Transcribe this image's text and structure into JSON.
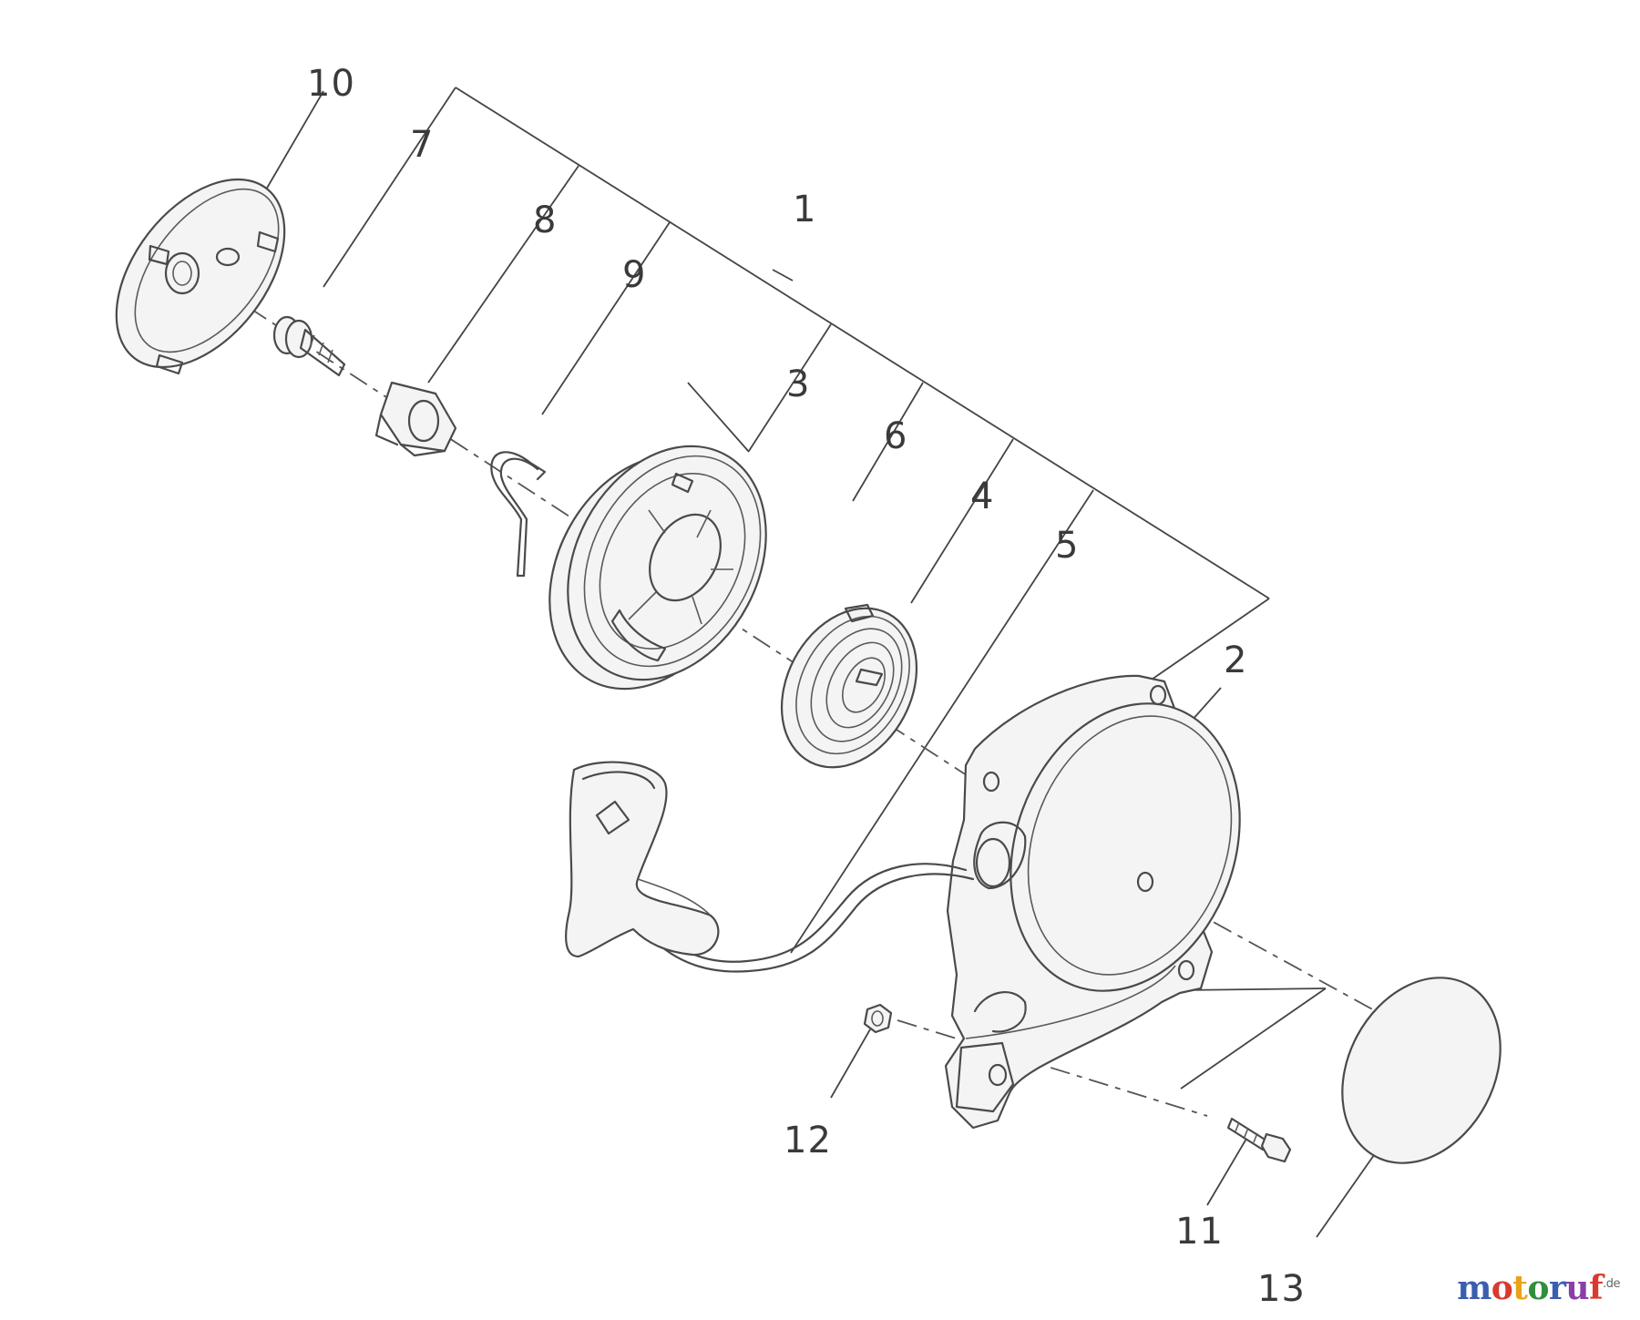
{
  "diagram": {
    "callouts": {
      "p1": "1",
      "p2": "2",
      "p3": "3",
      "p4": "4",
      "p5": "5",
      "p6": "6",
      "p7": "7",
      "p8": "8",
      "p9": "9",
      "p10": "10",
      "p11": "11",
      "p12": "12",
      "p13": "13"
    }
  },
  "watermark": {
    "letters": [
      "m",
      "o",
      "t",
      "o",
      "r",
      "u",
      "f"
    ],
    "colors": [
      "#3a5fb0",
      "#d83a2f",
      "#e8a317",
      "#2f8f3a",
      "#3a5fb0",
      "#8a3fa8",
      "#d83a2f"
    ],
    "suffix": ".de"
  }
}
